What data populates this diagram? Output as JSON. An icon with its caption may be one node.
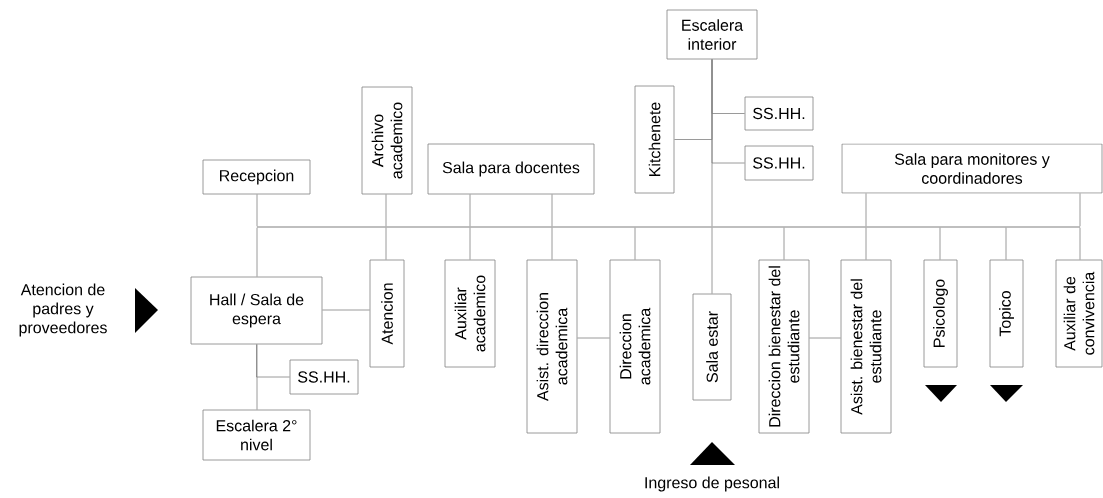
{
  "diagram": {
    "nodes": [
      {
        "text": [
          "Escalera interior"
        ]
      },
      {
        "text": [
          "Archivo academico"
        ]
      },
      {
        "text": [
          "Recepcion"
        ]
      },
      {
        "text": [
          "Sala para docentes"
        ]
      },
      {
        "text": [
          "Kitchenete"
        ]
      },
      {
        "text": [
          "SS.HH."
        ]
      },
      {
        "text": [
          "SS.HH."
        ]
      },
      {
        "text": [
          "Sala para monitores y coordinadores"
        ]
      },
      {
        "text": [],
        "shape": "bar"
      },
      {
        "text": [
          "Hall / Sala de espera"
        ]
      },
      {
        "text": [
          "Atencion"
        ]
      },
      {
        "text": [
          "Auxiliar academico"
        ]
      },
      {
        "text": [
          "Asist. direccion academica"
        ]
      },
      {
        "text": [
          "Direccion academica"
        ]
      },
      {
        "text": [
          "Sala estar"
        ]
      },
      {
        "text": [
          "Direccion bienestar del estudiante"
        ]
      },
      {
        "text": [
          "Asist. bienestar del estudiante"
        ]
      },
      {
        "text": [
          "Psicologo"
        ]
      },
      {
        "text": [
          "Topico"
        ]
      },
      {
        "text": [
          "Auxiliar de convivencia"
        ]
      },
      {
        "text": [
          "SS.HH."
        ]
      },
      {
        "text": [
          "Escalera 2° nivel"
        ]
      }
    ],
    "edges": [
      {
        "from": 0,
        "to": 8,
        "arrow": "none"
      },
      {
        "from": 8,
        "to": 14,
        "arrow": "none"
      },
      {
        "from": 0,
        "to": 4,
        "arrow": "none"
      },
      {
        "from": 0,
        "to": 5,
        "arrow": "none"
      },
      {
        "from": 0,
        "to": 6,
        "arrow": "none"
      },
      {
        "from": 2,
        "to": 8,
        "arrow": "none"
      },
      {
        "from": 8,
        "to": 9,
        "arrow": "none"
      },
      {
        "from": 1,
        "to": 8,
        "arrow": "none"
      },
      {
        "from": 8,
        "to": 10,
        "arrow": "none"
      },
      {
        "from": 3,
        "to": 8,
        "arrow": "none"
      },
      {
        "from": 8,
        "to": 11,
        "arrow": "none"
      },
      {
        "from": 3,
        "to": 8,
        "arrow": "none"
      },
      {
        "from": 8,
        "to": 12,
        "arrow": "none"
      },
      {
        "from": 8,
        "to": 13,
        "arrow": "none"
      },
      {
        "from": 8,
        "to": 15,
        "arrow": "none"
      },
      {
        "from": 7,
        "to": 8,
        "arrow": "none"
      },
      {
        "from": 8,
        "to": 16,
        "arrow": "none"
      },
      {
        "from": 8,
        "to": 17,
        "arrow": "none"
      },
      {
        "from": 8,
        "to": 18,
        "arrow": "none"
      },
      {
        "from": 7,
        "to": 8,
        "arrow": "none"
      },
      {
        "from": 8,
        "to": 19,
        "arrow": "none"
      },
      {
        "from": 9,
        "to": 10,
        "arrow": "none"
      },
      {
        "from": 12,
        "to": 13,
        "arrow": "none"
      },
      {
        "from": 15,
        "to": 16,
        "arrow": "none"
      },
      {
        "from": 9,
        "to": 21,
        "arrow": "none"
      },
      {
        "from": 9,
        "to": 20,
        "arrow": "none"
      }
    ],
    "labels": [
      "Atencion de padres y proveedores",
      "Ingreso de pesonal"
    ]
  }
}
